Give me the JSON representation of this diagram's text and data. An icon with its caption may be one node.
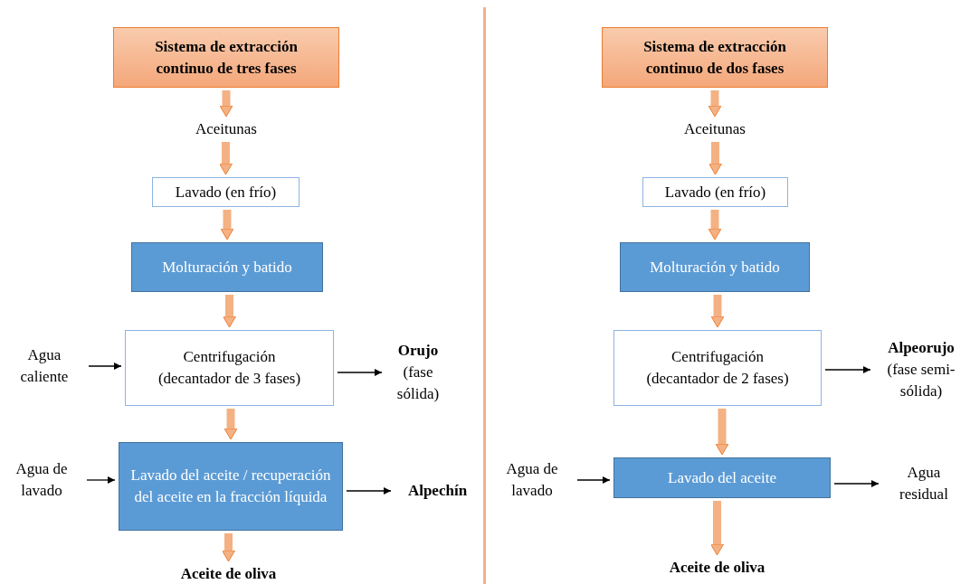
{
  "diagram": {
    "nodes": [
      {
        "text": [
          "Sistema de extracción continuo de tres fases"
        ]
      },
      {
        "text": [
          "Aceitunas"
        ]
      },
      {
        "text": [
          "Lavado (en frío)"
        ]
      },
      {
        "text": [
          "Molturación y batido"
        ]
      },
      {
        "text": [
          "Agua caliente"
        ]
      },
      {
        "text": [
          "Centrifugación",
          "(decantador de 3 fases)"
        ]
      },
      {
        "text": [
          "Orujo",
          "(fase sólida)"
        ]
      },
      {
        "text": [
          "Agua de lavado"
        ]
      },
      {
        "text": [
          "Lavado del aceite / recuperación del aceite en la fracción líquida"
        ]
      },
      {
        "text": [
          "Alpechín"
        ]
      },
      {
        "text": [
          "Aceite de oliva"
        ]
      },
      {
        "text": [
          "Sistema de extracción continuo de dos fases"
        ]
      },
      {
        "text": [
          "Aceitunas"
        ]
      },
      {
        "text": [
          "Lavado (en frío)"
        ]
      },
      {
        "text": [
          "Molturación y batido"
        ]
      },
      {
        "text": [
          "Centrifugación",
          "(decantador de 2 fases)"
        ]
      },
      {
        "text": [
          "Alpeorujo",
          "(fase semi-sólida)"
        ]
      },
      {
        "text": [
          "Agua de lavado"
        ]
      },
      {
        "text": [
          "Lavado del aceite"
        ]
      },
      {
        "text": [
          "Agua residual"
        ]
      },
      {
        "text": [
          "Aceite de oliva"
        ]
      }
    ],
    "edges": [
      {
        "from": 0,
        "to": 1,
        "arrow": "to"
      },
      {
        "from": 1,
        "to": 2,
        "arrow": "to"
      },
      {
        "from": 2,
        "to": 3,
        "arrow": "to"
      },
      {
        "from": 3,
        "to": 5,
        "arrow": "to"
      },
      {
        "from": 4,
        "to": 5,
        "arrow": "to",
        "color": "#000000"
      },
      {
        "from": 5,
        "to": 6,
        "arrow": "to",
        "color": "#000000"
      },
      {
        "from": 5,
        "to": 8,
        "arrow": "to"
      },
      {
        "from": 7,
        "to": 8,
        "arrow": "to",
        "color": "#000000"
      },
      {
        "from": 8,
        "to": 9,
        "arrow": "to",
        "color": "#000000"
      },
      {
        "from": 8,
        "to": 10,
        "arrow": "to"
      },
      {
        "from": 11,
        "to": 12,
        "arrow": "to"
      },
      {
        "from": 12,
        "to": 13,
        "arrow": "to"
      },
      {
        "from": 13,
        "to": 14,
        "arrow": "to"
      },
      {
        "from": 14,
        "to": 15,
        "arrow": "to"
      },
      {
        "from": 15,
        "to": 16,
        "arrow": "to",
        "color": "#000000"
      },
      {
        "from": 15,
        "to": 18,
        "arrow": "to"
      },
      {
        "from": 17,
        "to": 18,
        "arrow": "to",
        "color": "#000000"
      },
      {
        "from": 18,
        "to": 19,
        "arrow": "to",
        "color": "#000000"
      },
      {
        "from": 18,
        "to": 20,
        "arrow": "to"
      }
    ]
  }
}
